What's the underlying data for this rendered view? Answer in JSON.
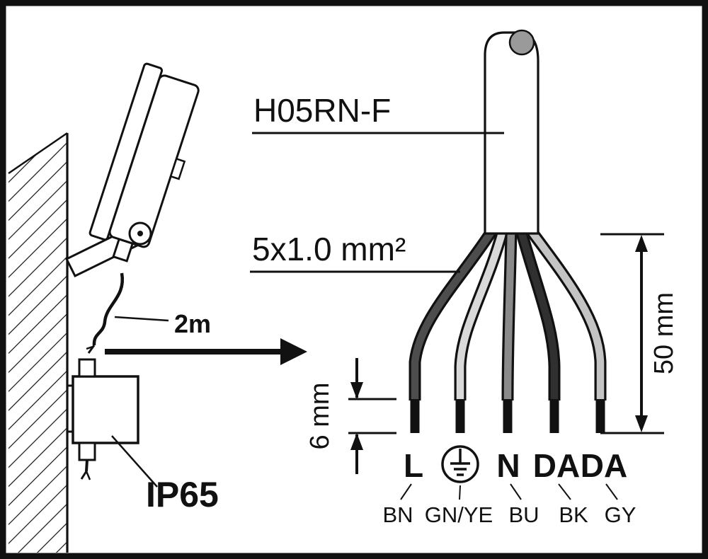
{
  "diagram": {
    "mount": {
      "cable_length": "2m",
      "ip_rating": "IP65"
    },
    "cable": {
      "type": "H05RN-F",
      "cross_section": "5x1.0 mm²"
    },
    "dims": {
      "strip": "50 mm",
      "tip": "6 mm"
    },
    "terminals": {
      "l": "L",
      "earth_icon": "protective-earth-symbol",
      "n": "N",
      "da1": "DA",
      "da2": "DA"
    },
    "wires": {
      "w1": "BN",
      "w2": "GN/YE",
      "w3": "BU",
      "w4": "BK",
      "w5": "GY"
    },
    "colors": {
      "ink": "#111111",
      "bn": "#4d4d4d",
      "gnye": "#d9d9d9",
      "bu": "#8a8a8a",
      "bk": "#303030",
      "gy": "#c4c4c4",
      "cable_end": "#9a9a9a"
    }
  }
}
